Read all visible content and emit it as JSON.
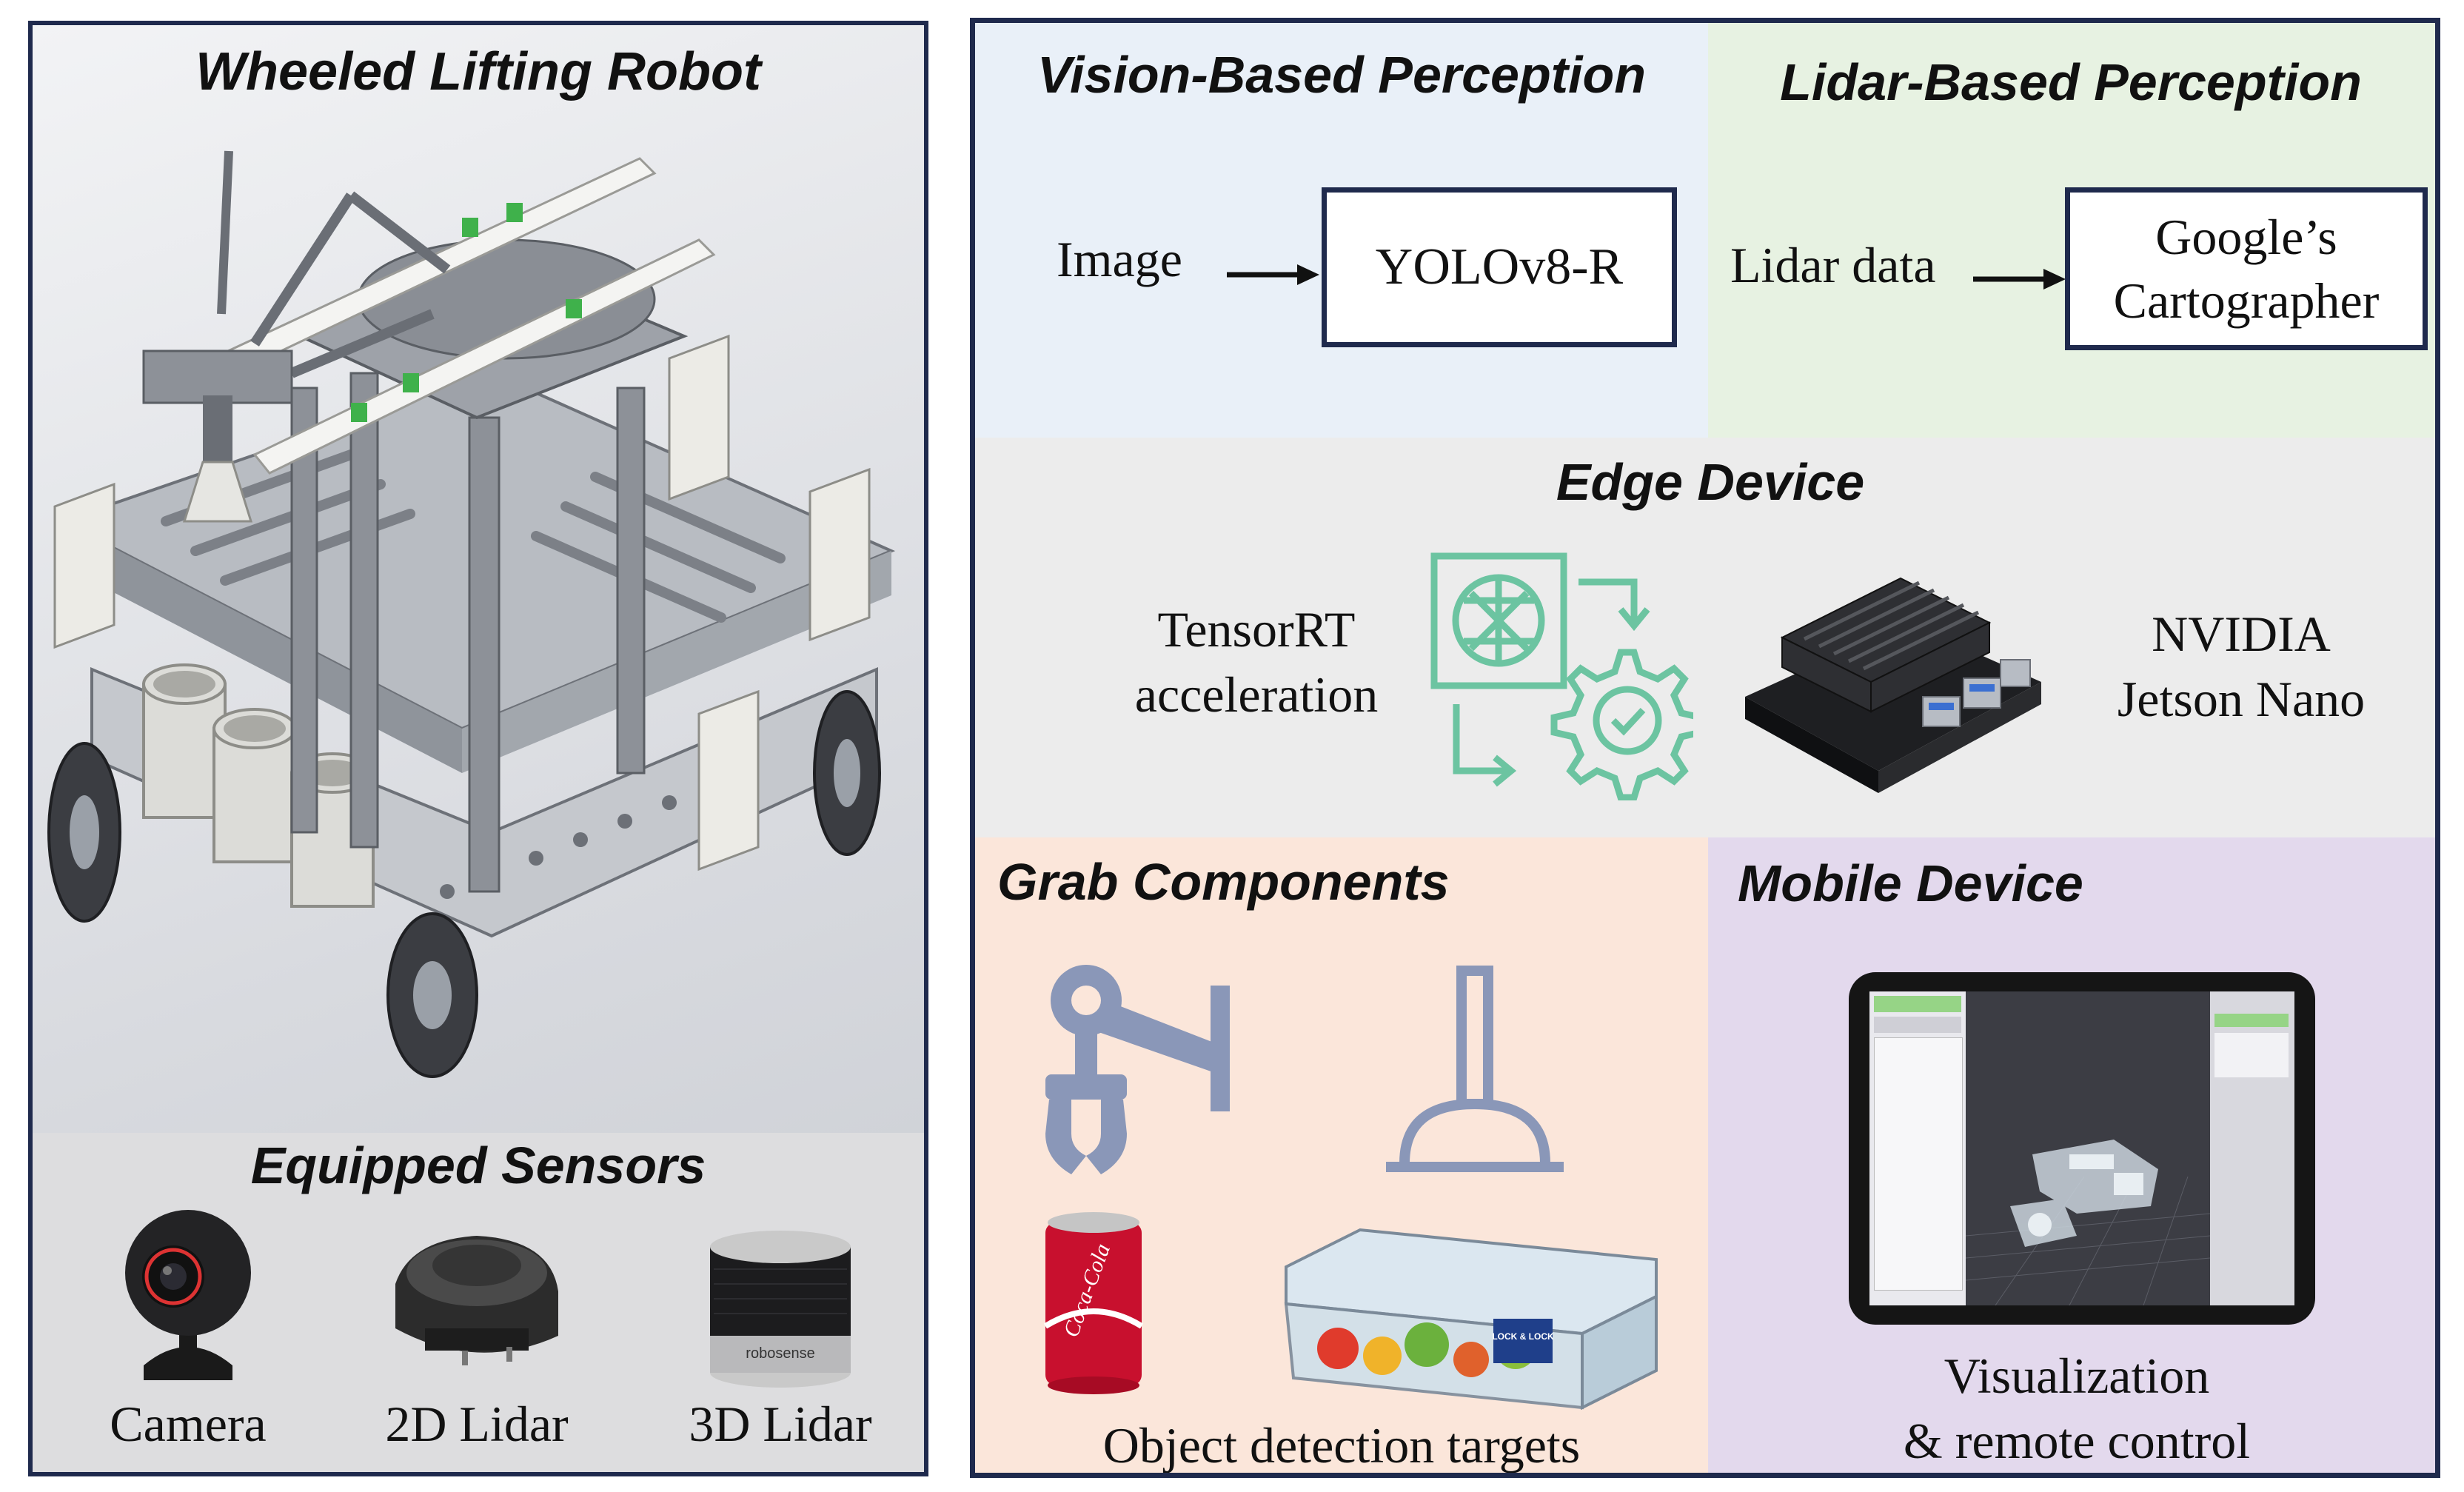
{
  "left_panel": {
    "title": "Wheeled Lifting Robot",
    "sensors_title": "Equipped Sensors",
    "sensors": [
      {
        "label": "Camera",
        "icon": "camera-icon"
      },
      {
        "label": "2D Lidar",
        "icon": "2d-lidar-icon"
      },
      {
        "label": "3D Lidar",
        "icon": "3d-lidar-icon"
      }
    ],
    "lidar_brand_text": "robosense"
  },
  "vision": {
    "title": "Vision-Based Perception",
    "input_label": "Image",
    "model_label": "YOLOv8-R",
    "bg_color": "#e9f0f8"
  },
  "lidar": {
    "title": "Lidar-Based Perception",
    "input_label": "Lidar data",
    "model_line1": "Google’s",
    "model_line2": "Cartographer",
    "bg_color": "#e7f2e2"
  },
  "edge": {
    "title": "Edge Device",
    "left_line1": "TensorRT",
    "left_line2": "acceleration",
    "right_line1": "NVIDIA",
    "right_line2": "Jetson Nano",
    "bg_color": "#ececec",
    "icon_color": "#6cc4a1"
  },
  "grab": {
    "title": "Grab Components",
    "caption": "Object detection targets",
    "bg_color": "#fbe6da",
    "icon_color": "#8a97b8",
    "can_text": "Coca-Cola",
    "box_text": "LOCK & LOCK"
  },
  "mobile": {
    "title": "Mobile Device",
    "caption_line1": "Visualization",
    "caption_line2": "& remote control",
    "bg_color": "#e3d9ed"
  }
}
